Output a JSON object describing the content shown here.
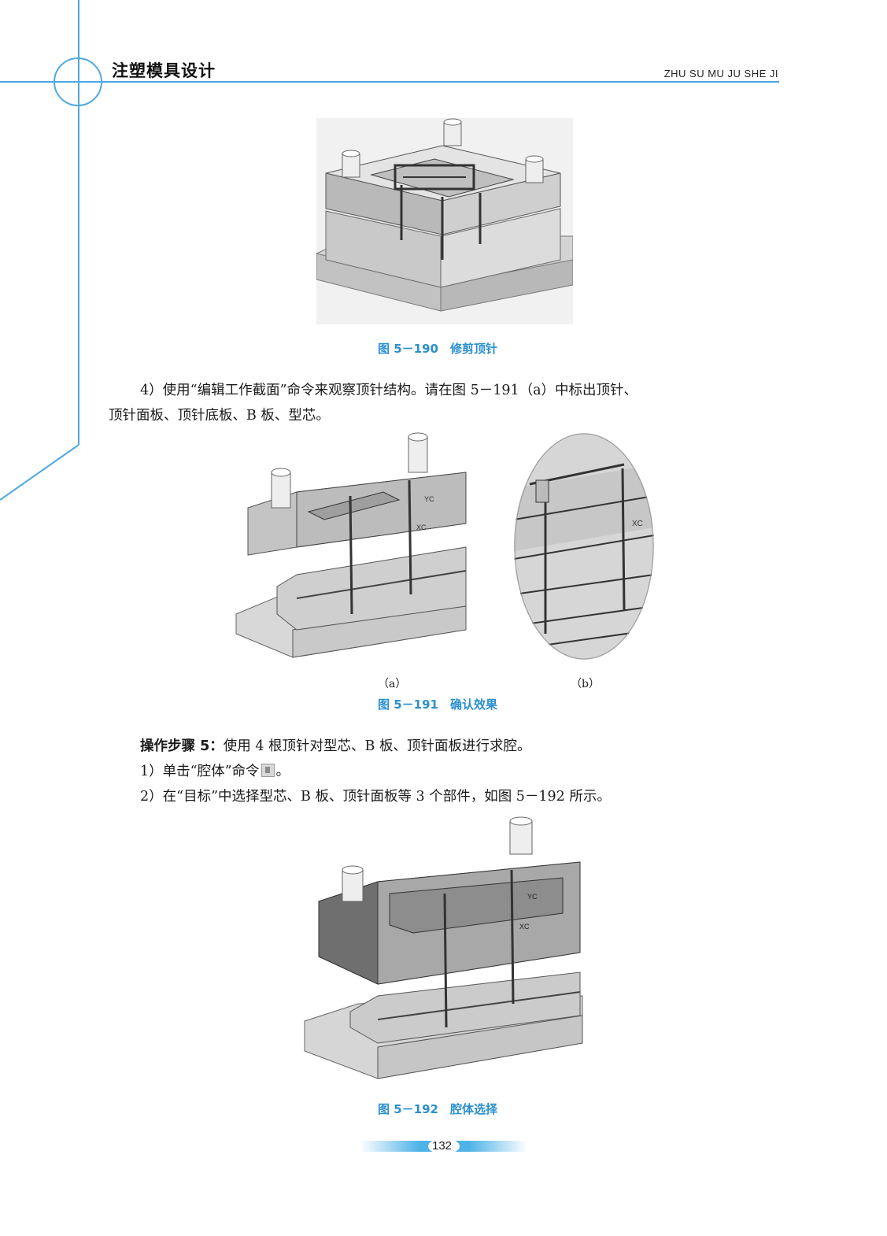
{
  "header": {
    "book_title": "注塑模具设计",
    "pinyin": "ZHU SU MU JU SHE JI"
  },
  "figure_190": {
    "caption": "图 5－190　修剪顶针"
  },
  "step4": {
    "line1": "4）使用“编辑工作截面”命令来观察顶针结构。请在图 5－191（a）中标出顶针、",
    "line2": "顶针面板、顶针底板、B 板、型芯。"
  },
  "figure_191": {
    "sub_a": "（a）",
    "sub_b": "（b）",
    "caption": "图 5－191　确认效果",
    "axis_yc": "YC",
    "axis_xc": "XC"
  },
  "op_step5": {
    "label": "操作步骤 5：",
    "text": "使用 4 根顶针对型芯、B 板、顶针面板进行求腔。"
  },
  "step1": {
    "text_before": "1）单击“腔体”命令",
    "text_after": "。",
    "icon": "cavity-command-icon"
  },
  "step2": {
    "text": "2）在“目标”中选择型芯、B 板、顶针面板等 3 个部件，如图 5－192 所示。"
  },
  "figure_192": {
    "caption": "图 5－192　腔体选择",
    "axis_yc": "YC",
    "axis_xc": "XC"
  },
  "footer": {
    "page_number": "132"
  },
  "colors": {
    "accent_blue": "#2a8fd0",
    "frame_line": "#4fa9e2"
  }
}
